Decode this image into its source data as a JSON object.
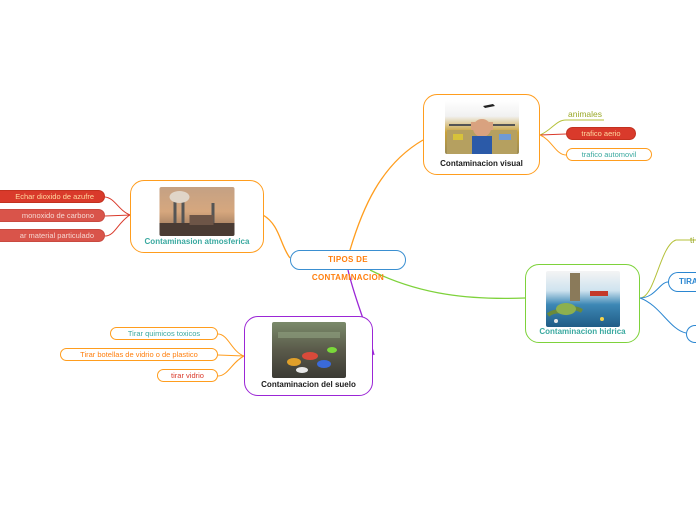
{
  "central": {
    "title": "TIPOS DE CONTAMINACION"
  },
  "visual": {
    "title": "Contaminacion visual",
    "image": "traffic-noise-photo",
    "items": [
      "animales",
      "trafico aerio",
      "trafico automovil"
    ]
  },
  "atmosferica": {
    "title": "Contaminasion atmosferica",
    "image": "factory-smoke-photo",
    "items": [
      "Echar dioxido de azufre",
      "monoxido de carbono",
      "ar material particulado"
    ]
  },
  "hidrica": {
    "title": "Contaminacion hidrica",
    "image": "polluted-water-photo",
    "items": [
      "ti",
      "TIRA",
      ""
    ]
  },
  "suelo": {
    "title": "Contaminacion del suelo",
    "image": "trash-ground-photo",
    "items": [
      "Tirar quimicos toxicos",
      "Tirar botellas de vidrio o de plastico",
      "tirar vidrio"
    ]
  },
  "colors": {
    "central_border": "#3a8fd1",
    "central_text": "#ff7f0e",
    "visual": "#ff9d1e",
    "atmosferica": "#ff9d1e",
    "hidrica": "#7ed23b",
    "suelo": "#9b26d6",
    "blue": "#2a86d1",
    "teal": "#3aa9a0",
    "red": "#d93a2b"
  }
}
